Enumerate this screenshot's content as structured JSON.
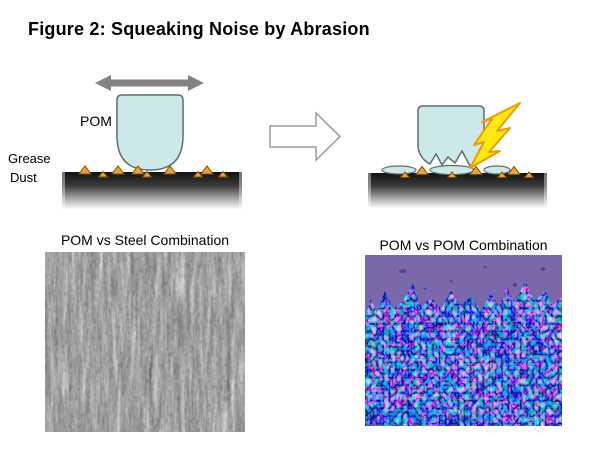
{
  "title": "Figure 2: Squeaking Noise by Abrasion",
  "left_diagram": {
    "pom_label": "POM",
    "grease_label": "Grease",
    "dust_label": "Dust"
  },
  "icons": {
    "slide_arrow": "double-headed-horizontal-arrow",
    "transition_arrow": "hollow-right-block-arrow",
    "squeak_lightning": "lightning-bolt",
    "dust_particles": "small-orange-triangles",
    "wear_debris": "flat-cyan-ellipses"
  },
  "micrographs": {
    "left": {
      "caption": "POM vs Steel Combination"
    },
    "right": {
      "caption": "POM vs POM Combination"
    }
  },
  "colors": {
    "background": "#ffffff",
    "text": "#000000",
    "pom_fill": "#cde8e8",
    "pom_outline": "#5f6f6f",
    "dust_fill": "#f0a42c",
    "dust_outline": "#7c4f00",
    "slide_arrow": "#828282",
    "transition_arrow_outline": "#9a9a9a",
    "lightning_fill": "#ffe814",
    "lightning_outline": "#f09a00",
    "surface_dark": "#121212",
    "surface_light": "#fbfbfb",
    "micrograph_purple": "#7b68ab",
    "micrograph_blue": "#3d4f9e",
    "sem_gray": "#727272"
  }
}
